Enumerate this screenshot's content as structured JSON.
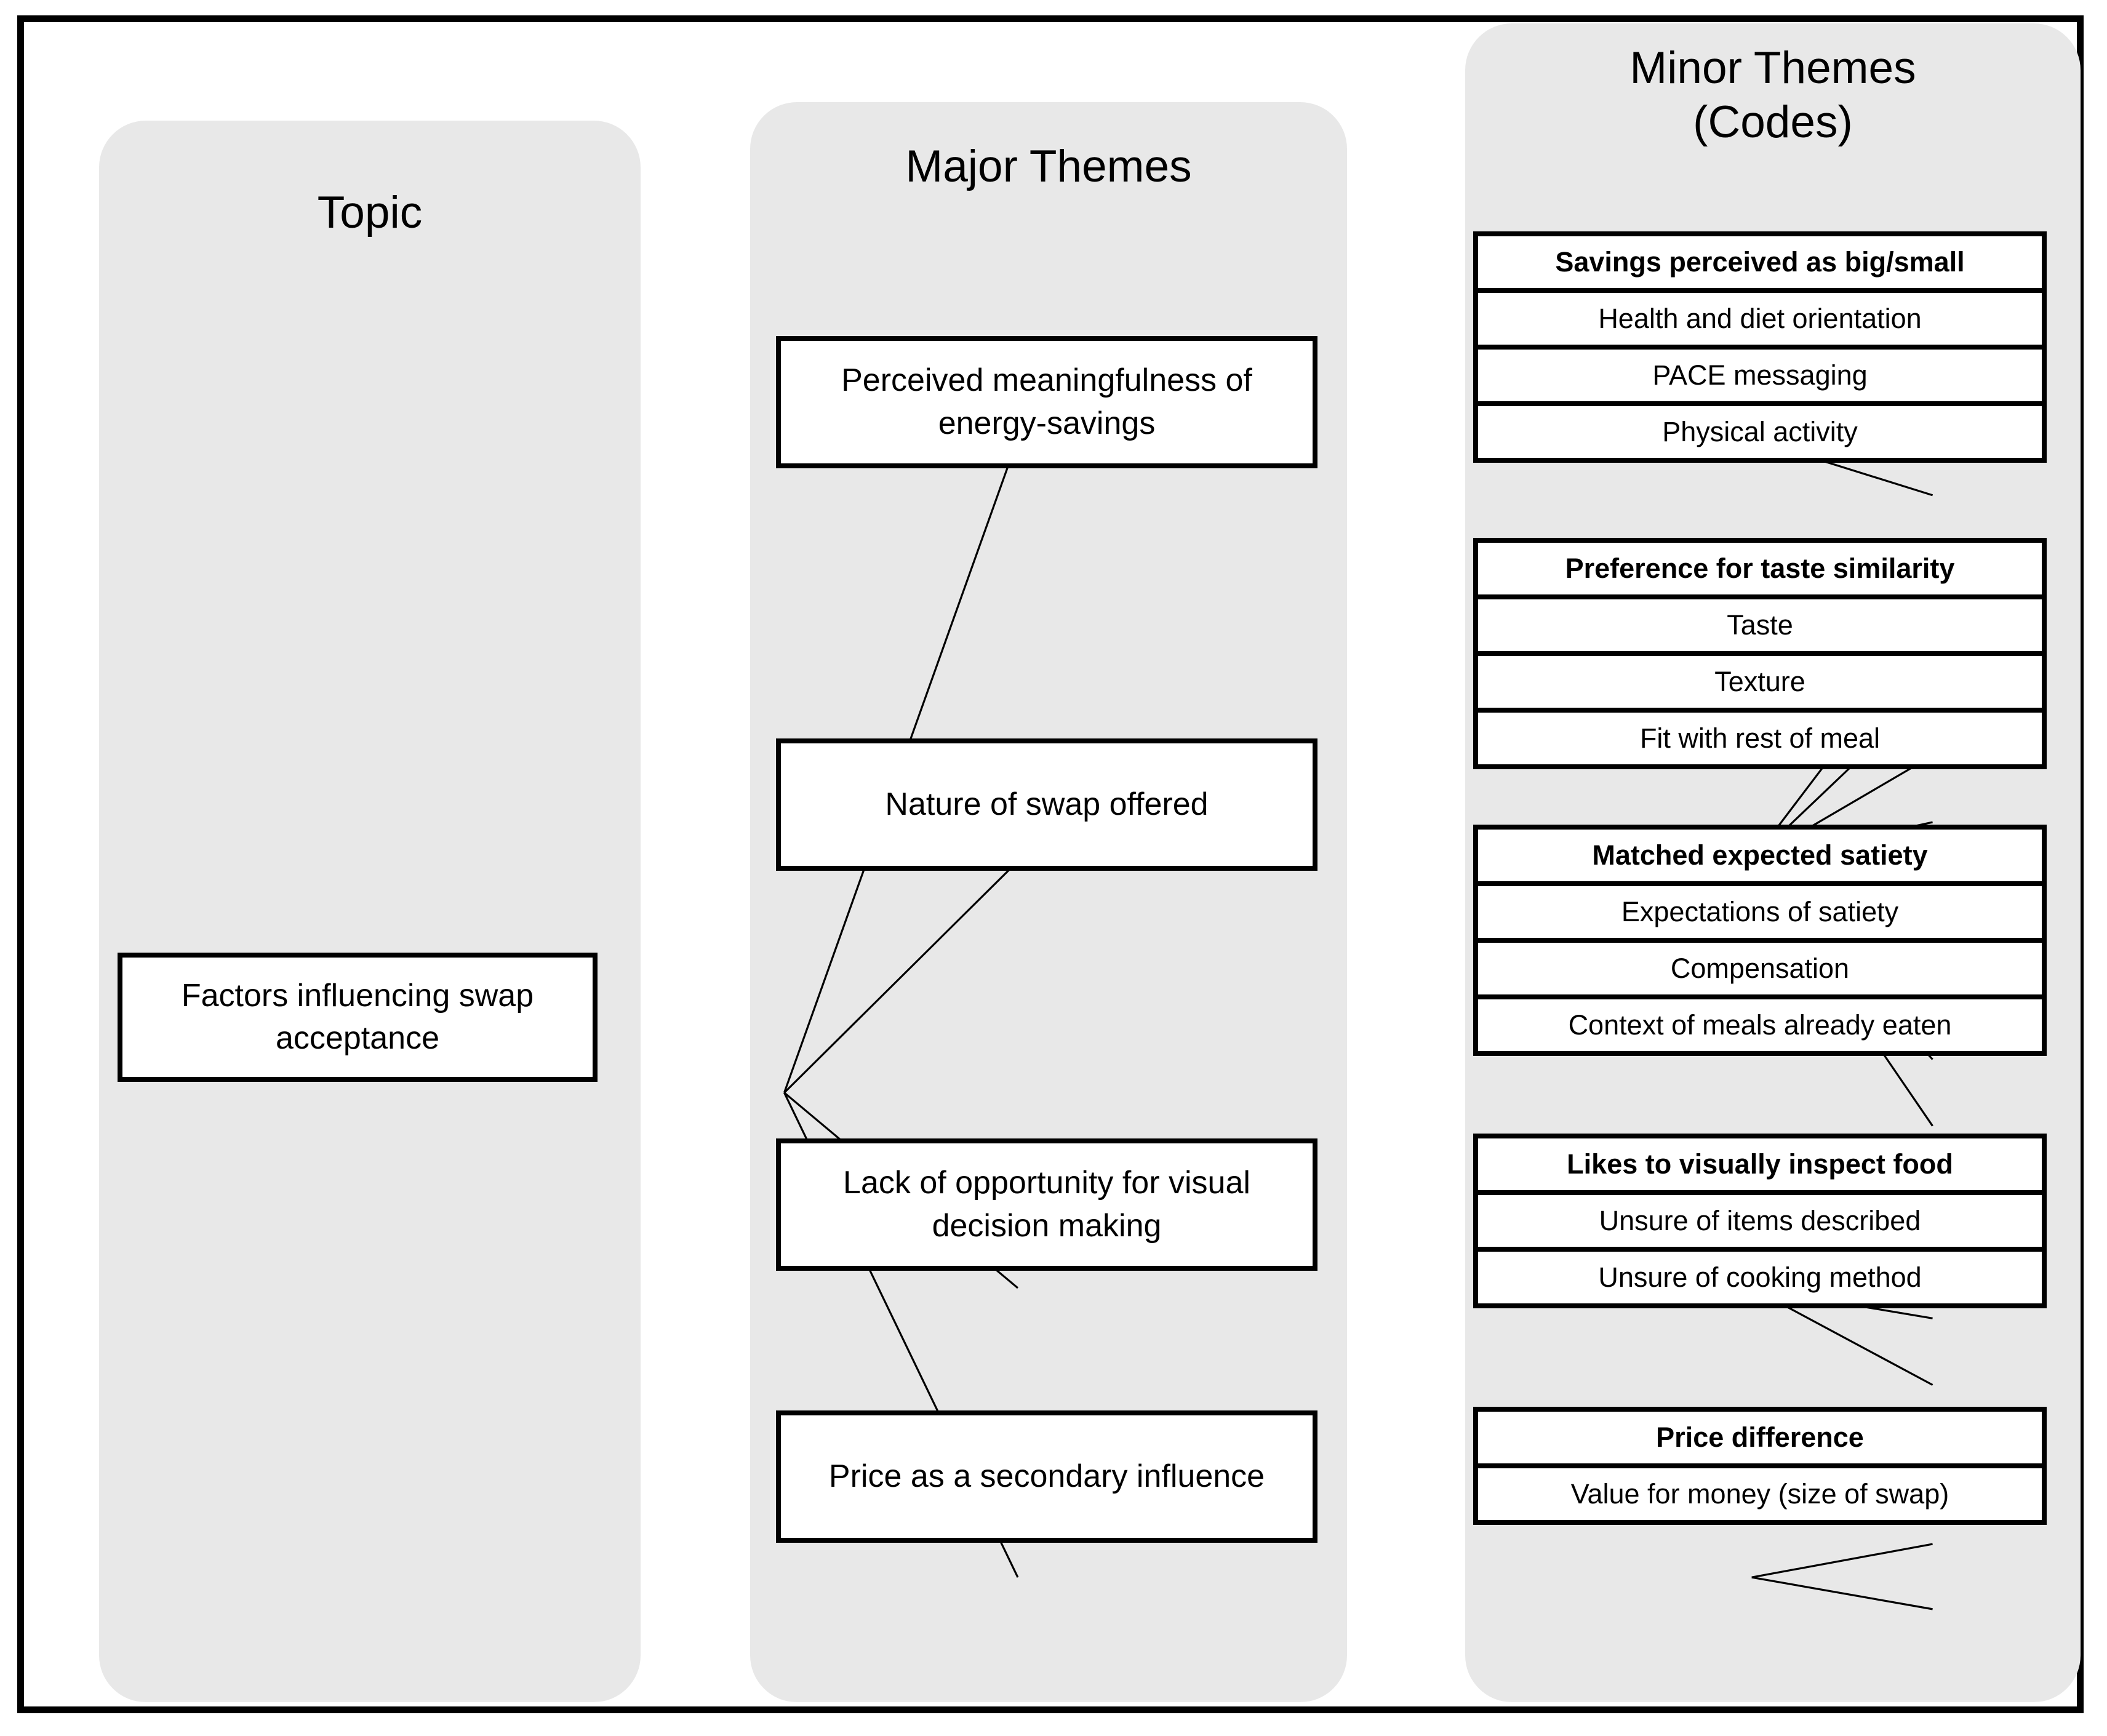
{
  "columns": {
    "topic": {
      "title": "Topic",
      "nodes": [
        {
          "label": "Factors influencing swap acceptance"
        }
      ]
    },
    "major": {
      "title": "Major Themes",
      "nodes": [
        {
          "label": "Perceived meaningfulness of energy-savings"
        },
        {
          "label": "Nature of swap offered"
        },
        {
          "label": "Lack of opportunity for visual decision making"
        },
        {
          "label": "Price as a secondary influence"
        }
      ]
    },
    "minor": {
      "title": "Minor Themes\n(Codes)",
      "title_line1": "Minor Themes",
      "title_line2": "(Codes)",
      "groups": [
        {
          "rows": [
            {
              "label": "Savings perceived as big/small",
              "bold": true
            },
            {
              "label": "Health and diet orientation",
              "bold": false
            },
            {
              "label": "PACE messaging",
              "bold": false
            },
            {
              "label": "Physical activity",
              "bold": false
            }
          ]
        },
        {
          "rows": [
            {
              "label": "Preference for taste similarity",
              "bold": true
            },
            {
              "label": "Taste",
              "bold": false
            },
            {
              "label": "Texture",
              "bold": false
            },
            {
              "label": "Fit with rest of meal",
              "bold": false
            }
          ]
        },
        {
          "rows": [
            {
              "label": "Matched expected satiety",
              "bold": true
            },
            {
              "label": "Expectations of satiety",
              "bold": false
            },
            {
              "label": "Compensation",
              "bold": false
            },
            {
              "label": "Context of meals already eaten",
              "bold": false
            }
          ]
        },
        {
          "rows": [
            {
              "label": "Likes to visually inspect food",
              "bold": true
            },
            {
              "label": "Unsure of items described",
              "bold": false
            },
            {
              "label": "Unsure of cooking method",
              "bold": false
            }
          ]
        },
        {
          "rows": [
            {
              "label": "Price difference",
              "bold": true
            },
            {
              "label": "Value for money (size of swap)",
              "bold": false
            }
          ]
        }
      ]
    }
  },
  "colors": {
    "panel_fill": "#e8e8e8",
    "border": "#000000",
    "node_fill": "#ffffff",
    "page_bg": "#ffffff"
  }
}
